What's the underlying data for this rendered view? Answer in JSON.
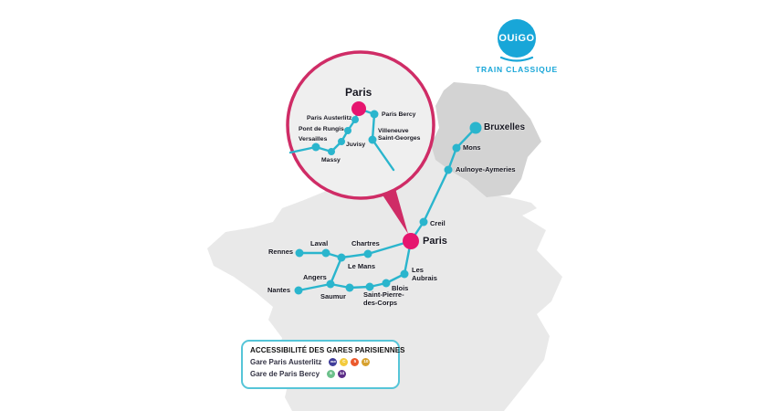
{
  "logo": {
    "brand": "OUiGO",
    "tagline": "TRAIN CLASSIQUE"
  },
  "inset": {
    "title": "Paris",
    "stations": {
      "paris_bercy": "Paris Bercy",
      "paris_austerlitz": "Paris Austerlitz",
      "pont_de_rungis": "Pont de Rungis",
      "versailles": "Versailles",
      "juvisy": "Juvisy",
      "massy": "Massy",
      "villeneuve_saint_georges": "Villeneuve Saint-Georges"
    }
  },
  "map": {
    "stations": {
      "bruxelles": "Bruxelles",
      "mons": "Mons",
      "aulnoye_aymeries": "Aulnoye-Aymeries",
      "creil": "Creil",
      "paris": "Paris",
      "chartres": "Chartres",
      "laval": "Laval",
      "rennes": "Rennes",
      "le_mans": "Le Mans",
      "angers": "Angers",
      "nantes": "Nantes",
      "saumur": "Saumur",
      "saint_pierre_des_corps": "Saint-Pierre-des-Corps",
      "blois": "Blois",
      "les_aubrais": "Les Aubrais"
    }
  },
  "legend": {
    "title": "ACCESSIBILITÉ DES GARES PARISIENNES",
    "rows": [
      {
        "label": "Gare Paris Austerlitz",
        "icons": [
          {
            "text": "RER",
            "color": "#3f3d99"
          },
          {
            "text": "C",
            "color": "#f3cb3c"
          },
          {
            "text": "5",
            "color": "#eb5a2d"
          },
          {
            "text": "10",
            "color": "#d7a12e"
          }
        ]
      },
      {
        "label": "Gare de Paris Bercy",
        "icons": [
          {
            "text": "6",
            "color": "#6cc08b"
          },
          {
            "text": "14",
            "color": "#5c2d87"
          }
        ]
      }
    ]
  },
  "colors": {
    "brand_blue": "#18a6d8",
    "route_teal": "#2ab5cd",
    "paris_pink": "#e6156f",
    "inset_border_pink": "#cf2c66",
    "france_fill": "#e9e9e9",
    "belgium_fill": "#d3d3d3",
    "legend_border": "#56c5d8"
  }
}
